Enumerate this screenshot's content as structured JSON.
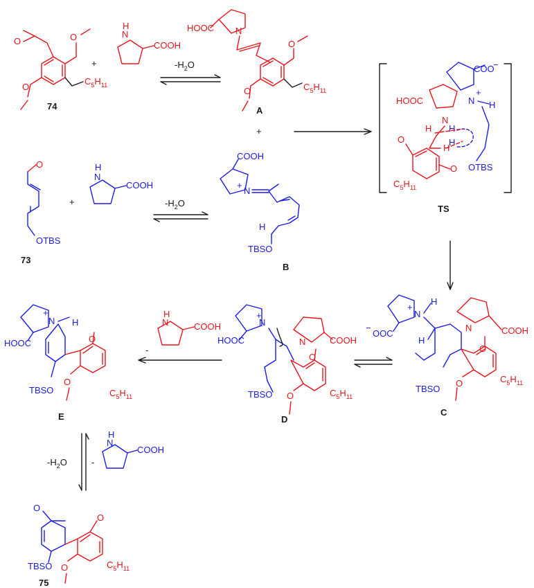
{
  "colors": {
    "red": "#e8141b",
    "blue": "#1a1ae6",
    "black": "#1a1a1a"
  },
  "labels": {
    "c74": "74",
    "c73": "73",
    "cA": "A",
    "cB": "B",
    "cTS": "TS",
    "cC": "C",
    "cD": "D",
    "cE": "E",
    "c75": "75"
  },
  "reagents": {
    "plus1": "+",
    "plus2": "+",
    "plus3": "+",
    "minus1": "-",
    "minus2": "-",
    "water_minus": "-H",
    "water_sub": "2",
    "water_O": "O"
  },
  "groups": {
    "cooh": "COOH",
    "hooc": "HOOC",
    "coo": "COO",
    "ooc": "OOC",
    "minus": "−",
    "otbs": "OTBS",
    "tbso": "TBSO",
    "n": "N",
    "h": "H",
    "plus": "+",
    "o": "O",
    "c": "C",
    "five": "5",
    "eleven": "11"
  }
}
